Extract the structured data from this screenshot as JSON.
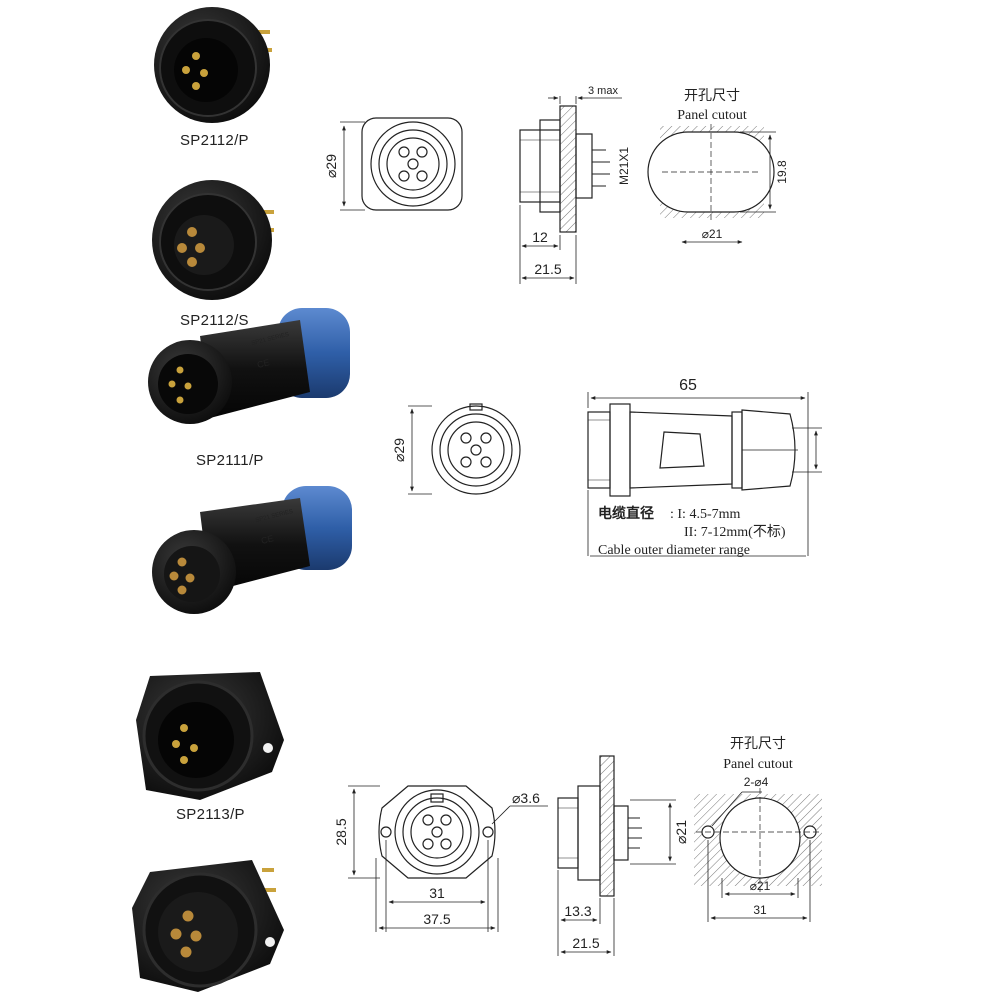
{
  "products": {
    "sp2112p": "SP2112/P",
    "sp2112s": "SP2112/S",
    "sp2111p": "SP2111/P",
    "sp2113p": "SP2113/P"
  },
  "body_marking": {
    "series": "SP21 SERIES",
    "ce": "CE"
  },
  "drawing1": {
    "dia_29": "⌀29",
    "max_3": "3 max",
    "thread": "M21X1",
    "len_12": "12",
    "len_21_5": "21.5",
    "cutout_cn": "开孔尺寸",
    "cutout_en": "Panel cutout",
    "cutout_dia": "⌀21",
    "cutout_flat": "19.8"
  },
  "drawing2": {
    "dia_29": "⌀29",
    "len_65": "65",
    "cable_cn": "电缆直径",
    "cable_i": ": I: 4.5-7mm",
    "cable_ii": "II: 7-12mm(不标)",
    "cable_en": "Cable outer  diameter range"
  },
  "drawing3": {
    "h_28_5": "28.5",
    "w_31": "31",
    "w_37_5": "37.5",
    "hole_3_6": "⌀3.6",
    "dia_21": "⌀21",
    "len_13_3": "13.3",
    "len_21_5": "21.5",
    "cutout_cn": "开孔尺寸",
    "cutout_en": "Panel cutout",
    "holes": "2-⌀4",
    "cutout_dia": "⌀21",
    "cutout_w": "31"
  },
  "colors": {
    "connector_black": "#161616",
    "cap_blue": "#2f5fa8",
    "pin_gold": "#c9a23c",
    "line": "#222222"
  }
}
